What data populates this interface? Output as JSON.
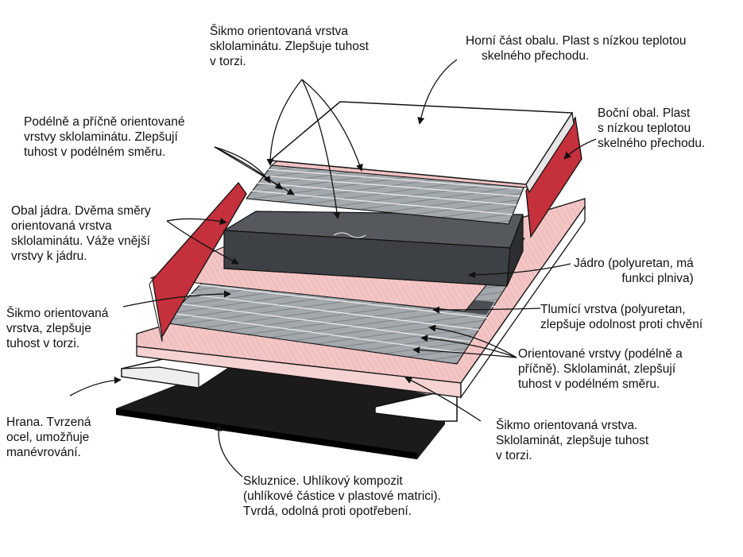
{
  "diagram": {
    "colors": {
      "background": "#ffffff",
      "pink_layer": "#f3c6c6",
      "red_side": "#c4303c",
      "gray_fiber": "#9aa0a6",
      "dark_core": "#4a4d52",
      "black_base": "#1b1b1b",
      "ink": "#111111"
    },
    "labels": {
      "sikmo_top": [
        "Šikmo orientovaná vrstva",
        "sklolaminátu. Zlepšuje tuhost",
        "v torzi."
      ],
      "horni": [
        "Horní část obalu. Plast s nízkou teplotou",
        "skelného přechodu."
      ],
      "bocni": [
        "Boční obal. Plast",
        "s nízkou teplotou",
        "skelného přechodu."
      ],
      "podelne": [
        "Podélně a příčně orientované",
        "vrstvy sklolaminátu. Zlepšují",
        "tuhost v podélném směru."
      ],
      "obal_jadra": [
        "Obal jádra. Dvěma směry",
        "orientovaná vrstva",
        "sklolaminátu. Váže vnější",
        "vrstvy k jádru."
      ],
      "jadro": [
        "Jádro (polyuretan, má",
        "funkci plniva)"
      ],
      "sikmo_left": [
        "Šikmo orientovaná",
        "vrstva, zlepšuje",
        "tuhost v torzi."
      ],
      "tlumici": [
        "Tlumící vrstva (polyuretan,",
        "zlepšuje odolnost proti chvění"
      ],
      "orientovane": [
        "Orientované vrstvy (podélně a",
        "příčně). Sklolaminát, zlepšují",
        "tuhost v podélném směru."
      ],
      "hrana": [
        "Hrana. Tvrzená",
        "ocel, umožňuje",
        "manévrování."
      ],
      "sikmo_bottom": [
        "Šikmo orientovaná vrstva.",
        "Sklolaminát, zlepšuje tuhost",
        "v torzi."
      ],
      "skluznice": [
        "Skluznice. Uhlíkový kompozit",
        "(uhlíkové částice v plastové matrici).",
        "Tvrdá, odolná proti opotřebení."
      ]
    }
  }
}
